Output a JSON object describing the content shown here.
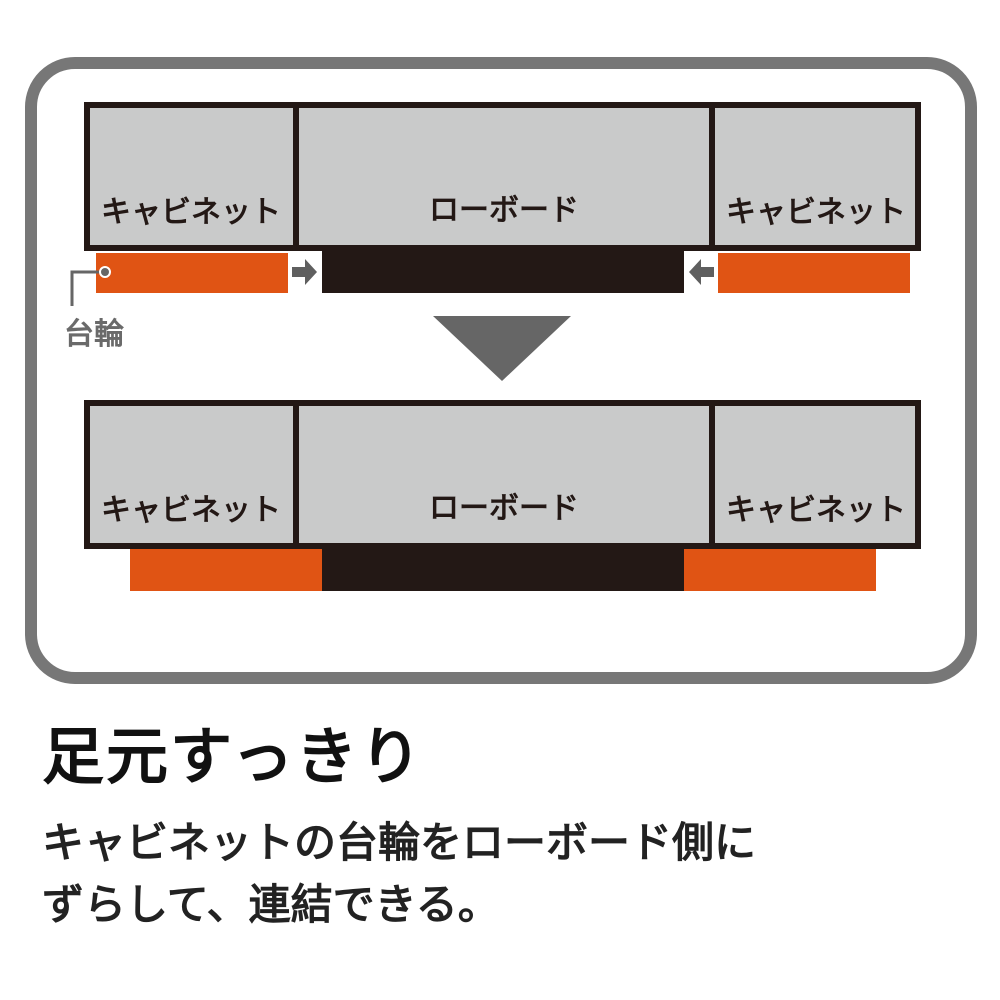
{
  "colors": {
    "frame": "#777777",
    "box_fill": "#c9caca",
    "outline": "#231815",
    "caster": "#e05414",
    "arrow": "#5f5f5f"
  },
  "diagram_before": {
    "left": "キャビネット",
    "center": "ローボード",
    "right": "キャビネット",
    "caster_label": "台輪"
  },
  "diagram_after": {
    "left": "キャビネット",
    "center": "ローボード",
    "right": "キャビネット"
  },
  "heading": "足元すっきり",
  "description_line1": "キャビネットの台輪をローボード側に",
  "description_line2": "ずらして、連結できる。"
}
